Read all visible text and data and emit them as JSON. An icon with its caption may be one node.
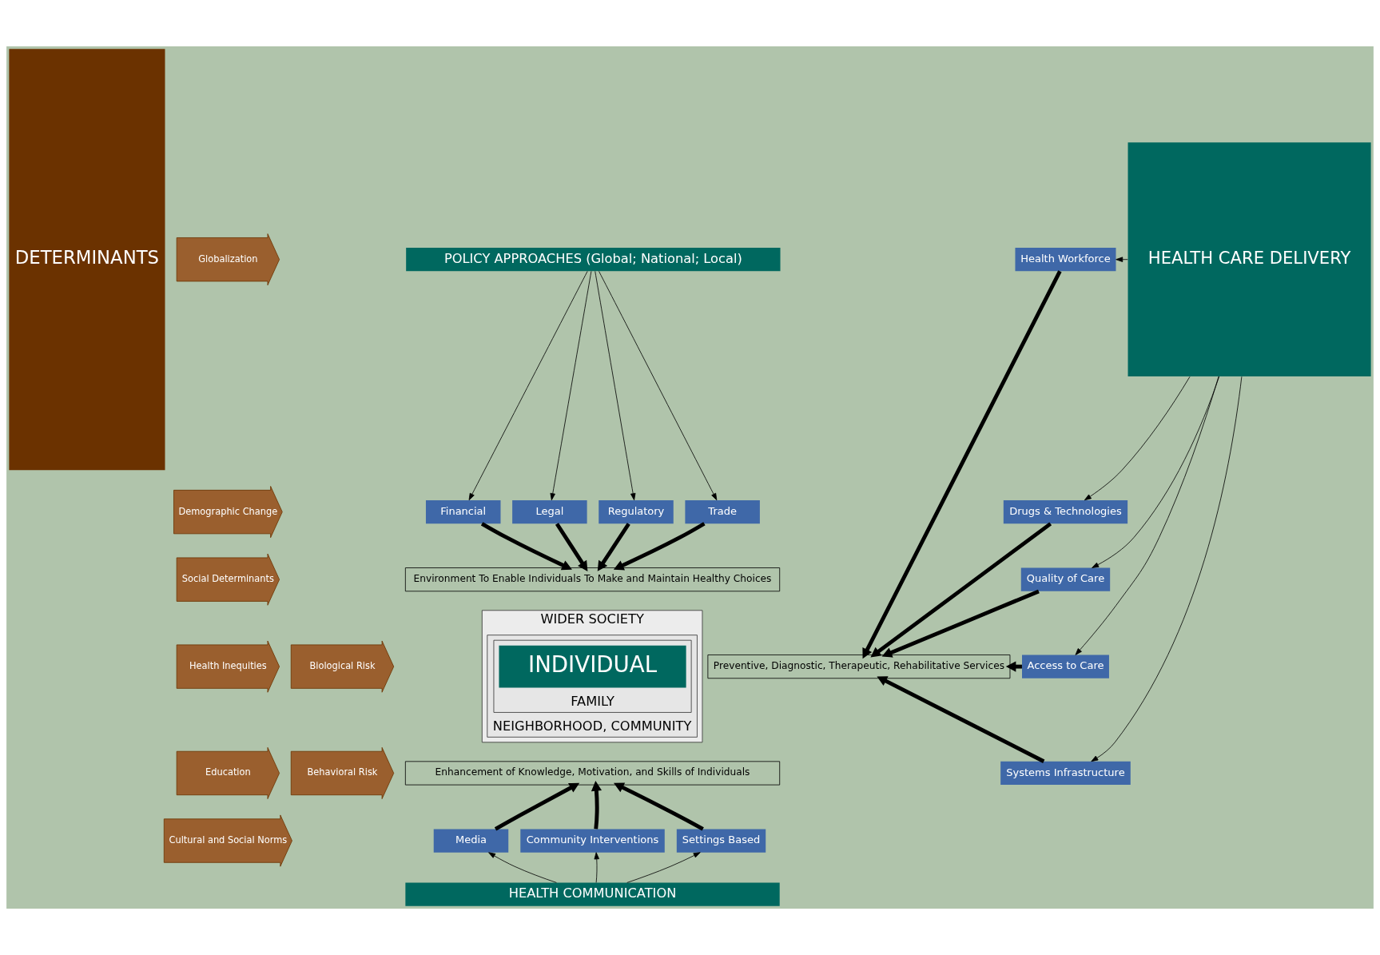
{
  "diagram": {
    "nodes": [
      {
        "text": [
          "DETERMINANTS"
        ]
      },
      {
        "text": [
          "Globalization"
        ]
      },
      {
        "text": [
          "Demographic Change"
        ]
      },
      {
        "text": [
          "Social Determinants"
        ]
      },
      {
        "text": [
          "Health Inequities"
        ]
      },
      {
        "text": [
          "Education"
        ]
      },
      {
        "text": [
          "Cultural and Social Norms"
        ]
      },
      {
        "text": [
          "Biological Risk"
        ]
      },
      {
        "text": [
          "Behavioral Risk"
        ]
      },
      {
        "text": [
          "POLICY APPROACHES (Global; National; Local)"
        ]
      },
      {
        "text": [
          "Financial"
        ]
      },
      {
        "text": [
          "Legal"
        ]
      },
      {
        "text": [
          "Regulatory"
        ]
      },
      {
        "text": [
          "Trade"
        ]
      },
      {
        "text": [
          "Environment To Enable Individuals To Make and Maintain Healthy Choices"
        ]
      },
      {
        "text": [
          "WIDER SOCIETY"
        ]
      },
      {
        "text": [
          "NEIGHBORHOOD, COMMUNITY"
        ],
        "in": 15
      },
      {
        "text": [
          "FAMILY"
        ],
        "in": 16
      },
      {
        "text": [
          "INDIVIDUAL"
        ],
        "in": 17
      },
      {
        "text": [
          "Preventive, Diagnostic, Therapeutic, Rehabilitative Services"
        ]
      },
      {
        "text": [
          "Enhancement of Knowledge, Motivation, and Skills of Individuals"
        ]
      },
      {
        "text": [
          "Media"
        ]
      },
      {
        "text": [
          "Community Interventions"
        ]
      },
      {
        "text": [
          "Settings Based"
        ]
      },
      {
        "text": [
          "HEALTH COMMUNICATION"
        ]
      },
      {
        "text": [
          "Health Workforce"
        ]
      },
      {
        "text": [
          "Drugs & Technologies"
        ]
      },
      {
        "text": [
          "Quality of Care"
        ]
      },
      {
        "text": [
          "Access to Care"
        ]
      },
      {
        "text": [
          "Systems Infrastructure"
        ]
      },
      {
        "text": [
          "HEALTH CARE DELIVERY"
        ]
      }
    ],
    "edges": [
      {
        "from": 9,
        "to": 10,
        "arrow": "to"
      },
      {
        "from": 9,
        "to": 11,
        "arrow": "to"
      },
      {
        "from": 9,
        "to": 12,
        "arrow": "to"
      },
      {
        "from": 9,
        "to": 13,
        "arrow": "to"
      },
      {
        "from": 10,
        "to": 14,
        "arrow": "to",
        "style": "thick"
      },
      {
        "from": 11,
        "to": 14,
        "arrow": "to",
        "style": "thick"
      },
      {
        "from": 12,
        "to": 14,
        "arrow": "to",
        "style": "thick"
      },
      {
        "from": 13,
        "to": 14,
        "arrow": "to",
        "style": "thick"
      },
      {
        "from": 24,
        "to": 21,
        "arrow": "to"
      },
      {
        "from": 24,
        "to": 22,
        "arrow": "to"
      },
      {
        "from": 24,
        "to": 23,
        "arrow": "to"
      },
      {
        "from": 21,
        "to": 20,
        "arrow": "to",
        "style": "thick"
      },
      {
        "from": 22,
        "to": 20,
        "arrow": "to",
        "style": "thick"
      },
      {
        "from": 23,
        "to": 20,
        "arrow": "to",
        "style": "thick"
      },
      {
        "from": 30,
        "to": 25,
        "arrow": "to"
      },
      {
        "from": 30,
        "to": 26,
        "arrow": "to"
      },
      {
        "from": 30,
        "to": 27,
        "arrow": "to"
      },
      {
        "from": 30,
        "to": 28,
        "arrow": "to"
      },
      {
        "from": 30,
        "to": 29,
        "arrow": "to"
      },
      {
        "from": 25,
        "to": 19,
        "arrow": "to",
        "style": "thick"
      },
      {
        "from": 26,
        "to": 19,
        "arrow": "to",
        "style": "thick"
      },
      {
        "from": 27,
        "to": 19,
        "arrow": "to",
        "style": "thick"
      },
      {
        "from": 28,
        "to": 19,
        "arrow": "to",
        "style": "thick"
      },
      {
        "from": 29,
        "to": 19,
        "arrow": "to",
        "style": "thick"
      }
    ]
  }
}
